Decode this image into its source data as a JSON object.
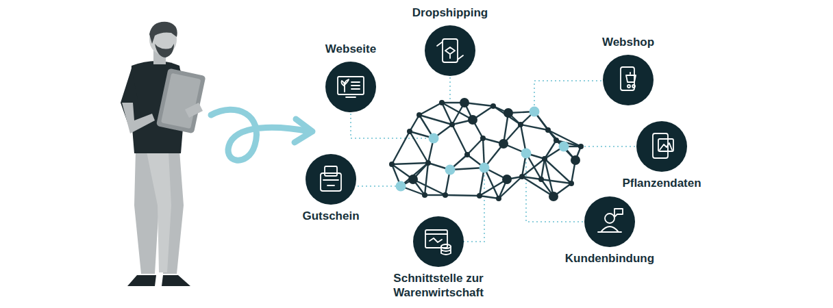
{
  "diagram": {
    "nodes": [
      {
        "text": [
          "Dropshipping"
        ]
      },
      {
        "text": [
          "Webshop"
        ]
      },
      {
        "text": [
          "Webseite"
        ]
      },
      {
        "text": [
          "Pflanzendaten"
        ]
      },
      {
        "text": [
          "Gutschein"
        ]
      },
      {
        "text": [
          "Kundenbindung"
        ]
      },
      {
        "text": [
          "Schnittstelle zur Warenwirtschaft"
        ]
      }
    ]
  }
}
